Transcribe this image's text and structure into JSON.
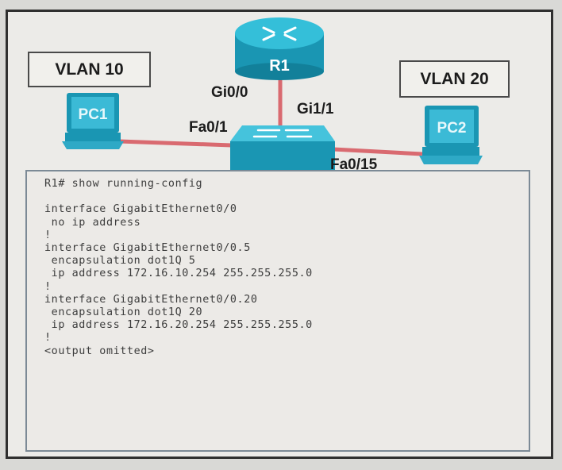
{
  "topology": {
    "router": {
      "label": "R1"
    },
    "pcs": [
      {
        "label": "PC1"
      },
      {
        "label": "PC2"
      }
    ],
    "vlan_boxes": [
      "VLAN 10",
      "VLAN 20"
    ],
    "ports": {
      "gi00": "Gi0/0",
      "gi11": "Gi1/1",
      "fa01": "Fa0/1",
      "fa015": "Fa0/15"
    },
    "colors": {
      "device": "#1ea7c4",
      "link": "#d96a70",
      "frame": "#2f2f2f"
    }
  },
  "config": {
    "lines": [
      "R1# show running-config",
      "",
      "interface GigabitEthernet0/0",
      " no ip address",
      "!",
      "interface GigabitEthernet0/0.5",
      " encapsulation dot1Q 5",
      " ip address 172.16.10.254 255.255.255.0",
      "!",
      "interface GigabitEthernet0/0.20",
      " encapsulation dot1Q 20",
      " ip address 172.16.20.254 255.255.255.0",
      "!",
      "<output omitted>"
    ]
  }
}
